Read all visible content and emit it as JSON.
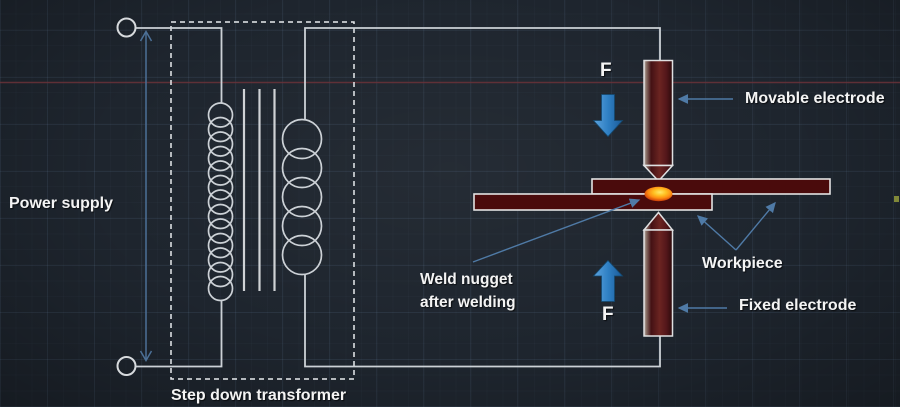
{
  "labels": {
    "power_supply": "Power supply",
    "step_down_transformer": "Step down transformer",
    "movable_electrode": "Movable electrode",
    "workpiece": "Workpiece",
    "fixed_electrode": "Fixed electrode",
    "weld_nugget_line1": "Weld nugget",
    "weld_nugget_line2": "after welding",
    "force_top": "F",
    "force_bottom": "F"
  },
  "colors": {
    "background": "#1e252e",
    "grid_line": "#31404f",
    "wire": "#ccd1d6",
    "dashed_boundary": "#e8ebee",
    "plate_fill": "#4a0b0c",
    "electrode_maroon": "#5f1d1c",
    "weld_nugget_yellow": "#ffe96a",
    "weld_nugget_orange": "#fe8d12",
    "force_arrow_blue": "#2f80c4",
    "annotation_arrow_blue": "#4f7aa6",
    "power_supply_arrow_blue": "#4c7097",
    "reference_line_red": "#6b3239",
    "label_text": "#f4f4f4"
  }
}
